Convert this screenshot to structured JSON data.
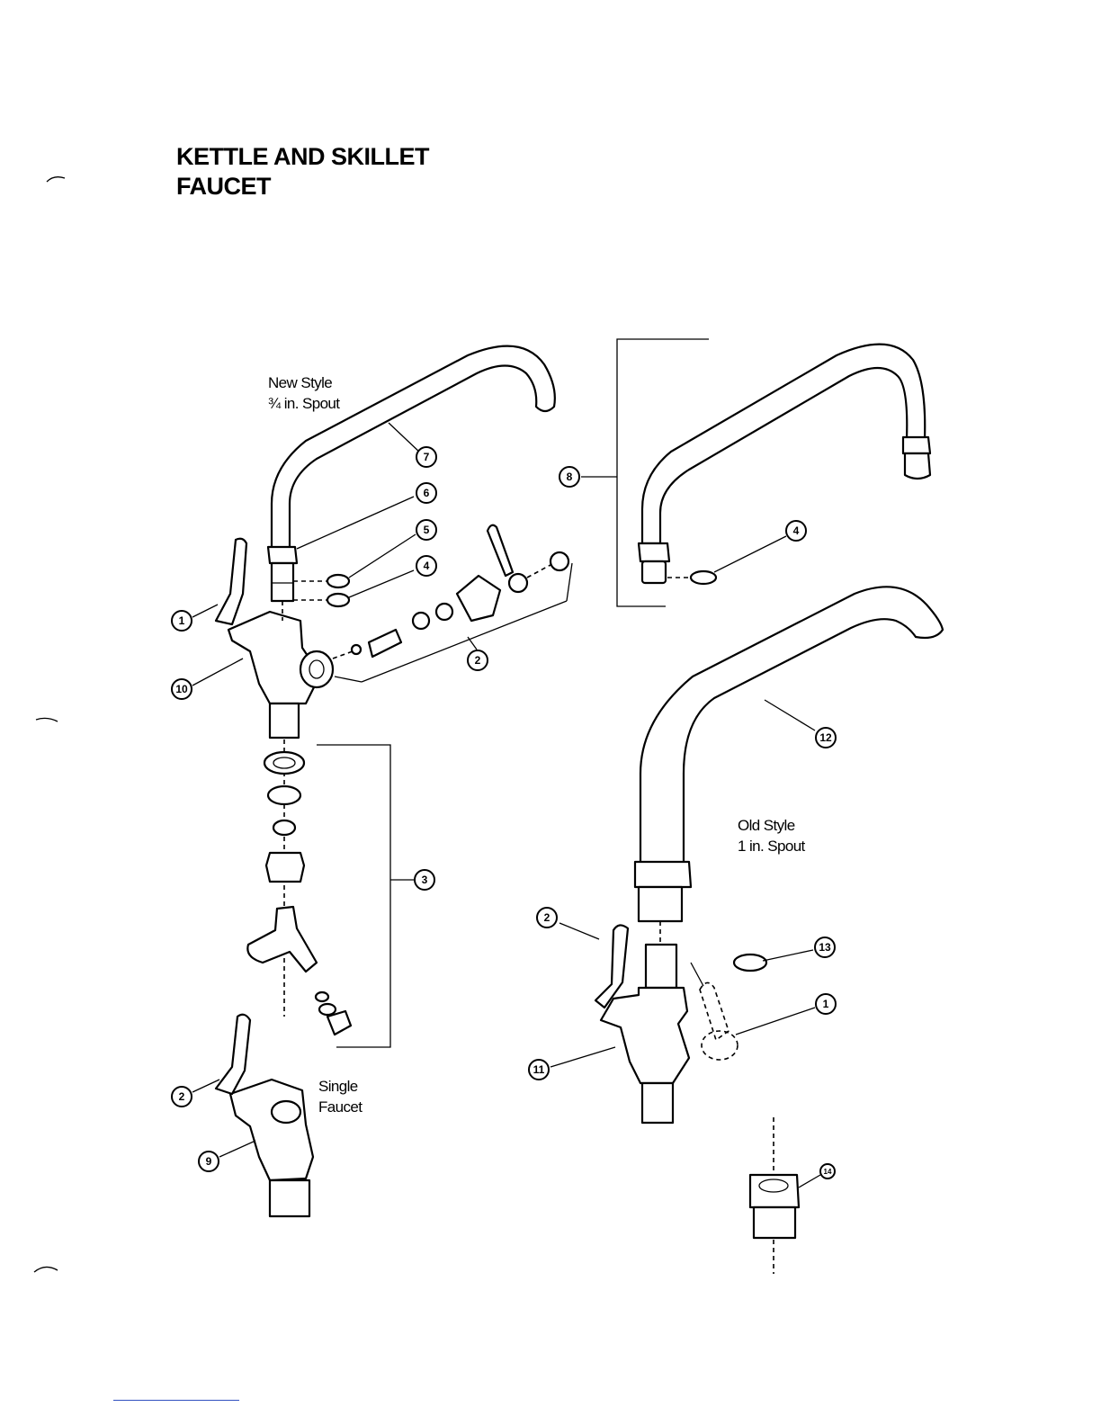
{
  "title": {
    "line1": "KETTLE AND SKILLET",
    "line2": "FAUCET"
  },
  "labels": {
    "new_style_line1": "New Style",
    "new_style_line2": "¾ in. Spout",
    "old_style_line1": "Old Style",
    "old_style_line2": "1 in. Spout",
    "single_line1": "Single",
    "single_line2": "Faucet"
  },
  "callouts": [
    {
      "number": "7"
    },
    {
      "number": "6"
    },
    {
      "number": "5"
    },
    {
      "number": "4"
    },
    {
      "number": "1"
    },
    {
      "number": "10"
    },
    {
      "number": "2"
    },
    {
      "number": "8"
    },
    {
      "number": "4"
    },
    {
      "number": "12"
    },
    {
      "number": "3"
    },
    {
      "number": "2"
    },
    {
      "number": "13"
    },
    {
      "number": "1"
    },
    {
      "number": "11"
    },
    {
      "number": "2"
    },
    {
      "number": "9"
    },
    {
      "number": "14"
    }
  ]
}
